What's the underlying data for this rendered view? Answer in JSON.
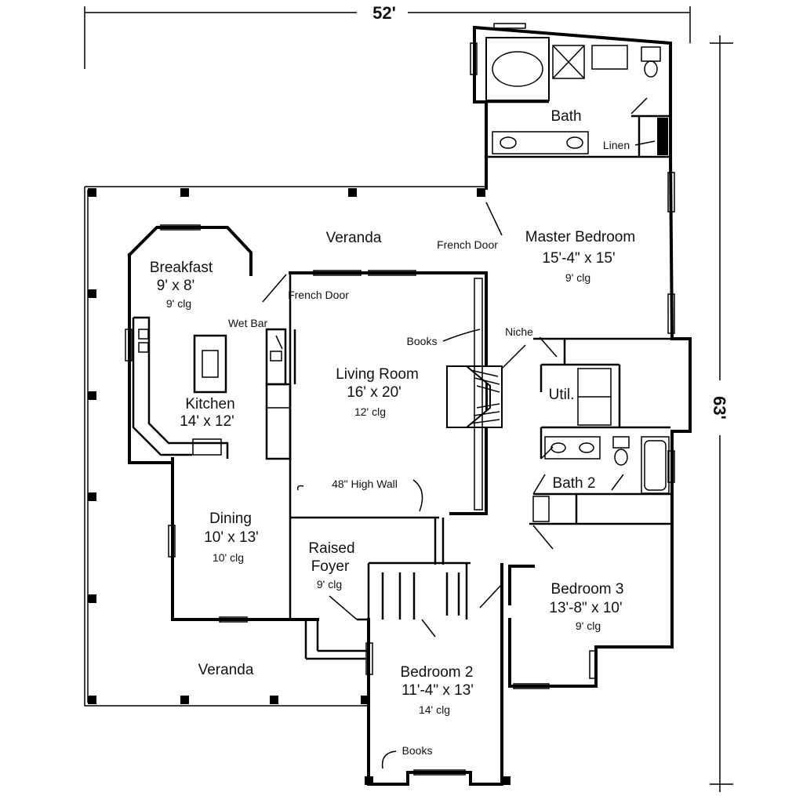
{
  "dimensions": {
    "width": "52'",
    "depth": "63'"
  },
  "rooms": {
    "bath": {
      "name": "Bath"
    },
    "linen": {
      "name": "Linen"
    },
    "master": {
      "name": "Master Bedroom",
      "size": "15'-4\" x 15'",
      "ceiling": "9' clg"
    },
    "veranda_top": {
      "name": "Veranda"
    },
    "breakfast": {
      "name": "Breakfast",
      "size": "9' x 8'",
      "ceiling": "9' clg"
    },
    "kitchen": {
      "name": "Kitchen",
      "size": "14' x 12'"
    },
    "living": {
      "name": "Living Room",
      "size": "16' x 20'",
      "ceiling": "12' clg"
    },
    "util": {
      "name": "Util."
    },
    "bath2": {
      "name": "Bath 2"
    },
    "dining": {
      "name": "Dining",
      "size": "10' x 13'",
      "ceiling": "10' clg"
    },
    "foyer": {
      "name1": "Raised",
      "name2": "Foyer",
      "ceiling": "9' clg"
    },
    "bedroom3": {
      "name": "Bedroom 3",
      "size": "13'-8\" x 10'",
      "ceiling": "9' clg"
    },
    "veranda_bottom": {
      "name": "Veranda"
    },
    "bedroom2": {
      "name": "Bedroom 2",
      "size": "11'-4\" x 13'",
      "ceiling": "14' clg"
    }
  },
  "notes": {
    "french_door_master": "French Door",
    "french_door_living": "French Door",
    "wet_bar": "Wet Bar",
    "books_living": "Books",
    "niche": "Niche",
    "high_wall": "48\" High Wall",
    "books_bedroom2": "Books"
  }
}
